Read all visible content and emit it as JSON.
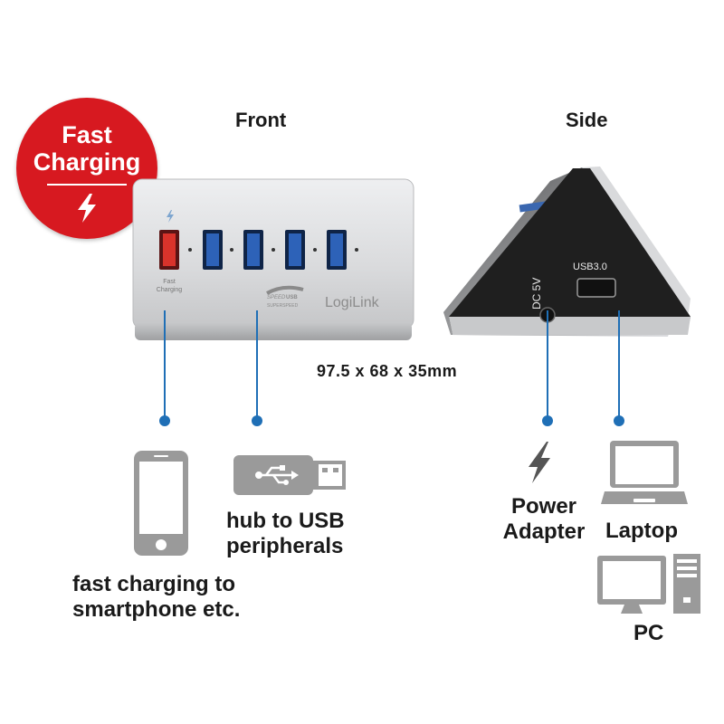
{
  "headings": {
    "front": "Front",
    "side": "Side"
  },
  "badge": {
    "line1": "Fast",
    "line2": "Charging",
    "icon": "lightning-bolt-icon",
    "color": "#d71920"
  },
  "dimensions": "97.5 x 68 x 35mm",
  "front_hub": {
    "port_label": [
      "Fast",
      "Charging"
    ],
    "brand": "LogiLink",
    "badge_lines": [
      "SPEED",
      "USB",
      "SUPERSPEED"
    ],
    "ports": [
      "red",
      "blue",
      "blue",
      "blue",
      "blue"
    ]
  },
  "side_hub": {
    "dc_label": "DC 5V",
    "usb_label": "USB3.0"
  },
  "captions": {
    "smartphone": [
      "fast charging to",
      "smartphone etc."
    ],
    "usb": [
      "hub to USB",
      "peripherals"
    ],
    "power": [
      "Power",
      "Adapter"
    ],
    "laptop": "Laptop",
    "pc": "PC"
  },
  "colors": {
    "connector": "#1f6fb6",
    "icon_gray": "#9a9a9a",
    "hub_silver": "#d8d9db",
    "side_black": "#1e1e1e"
  }
}
